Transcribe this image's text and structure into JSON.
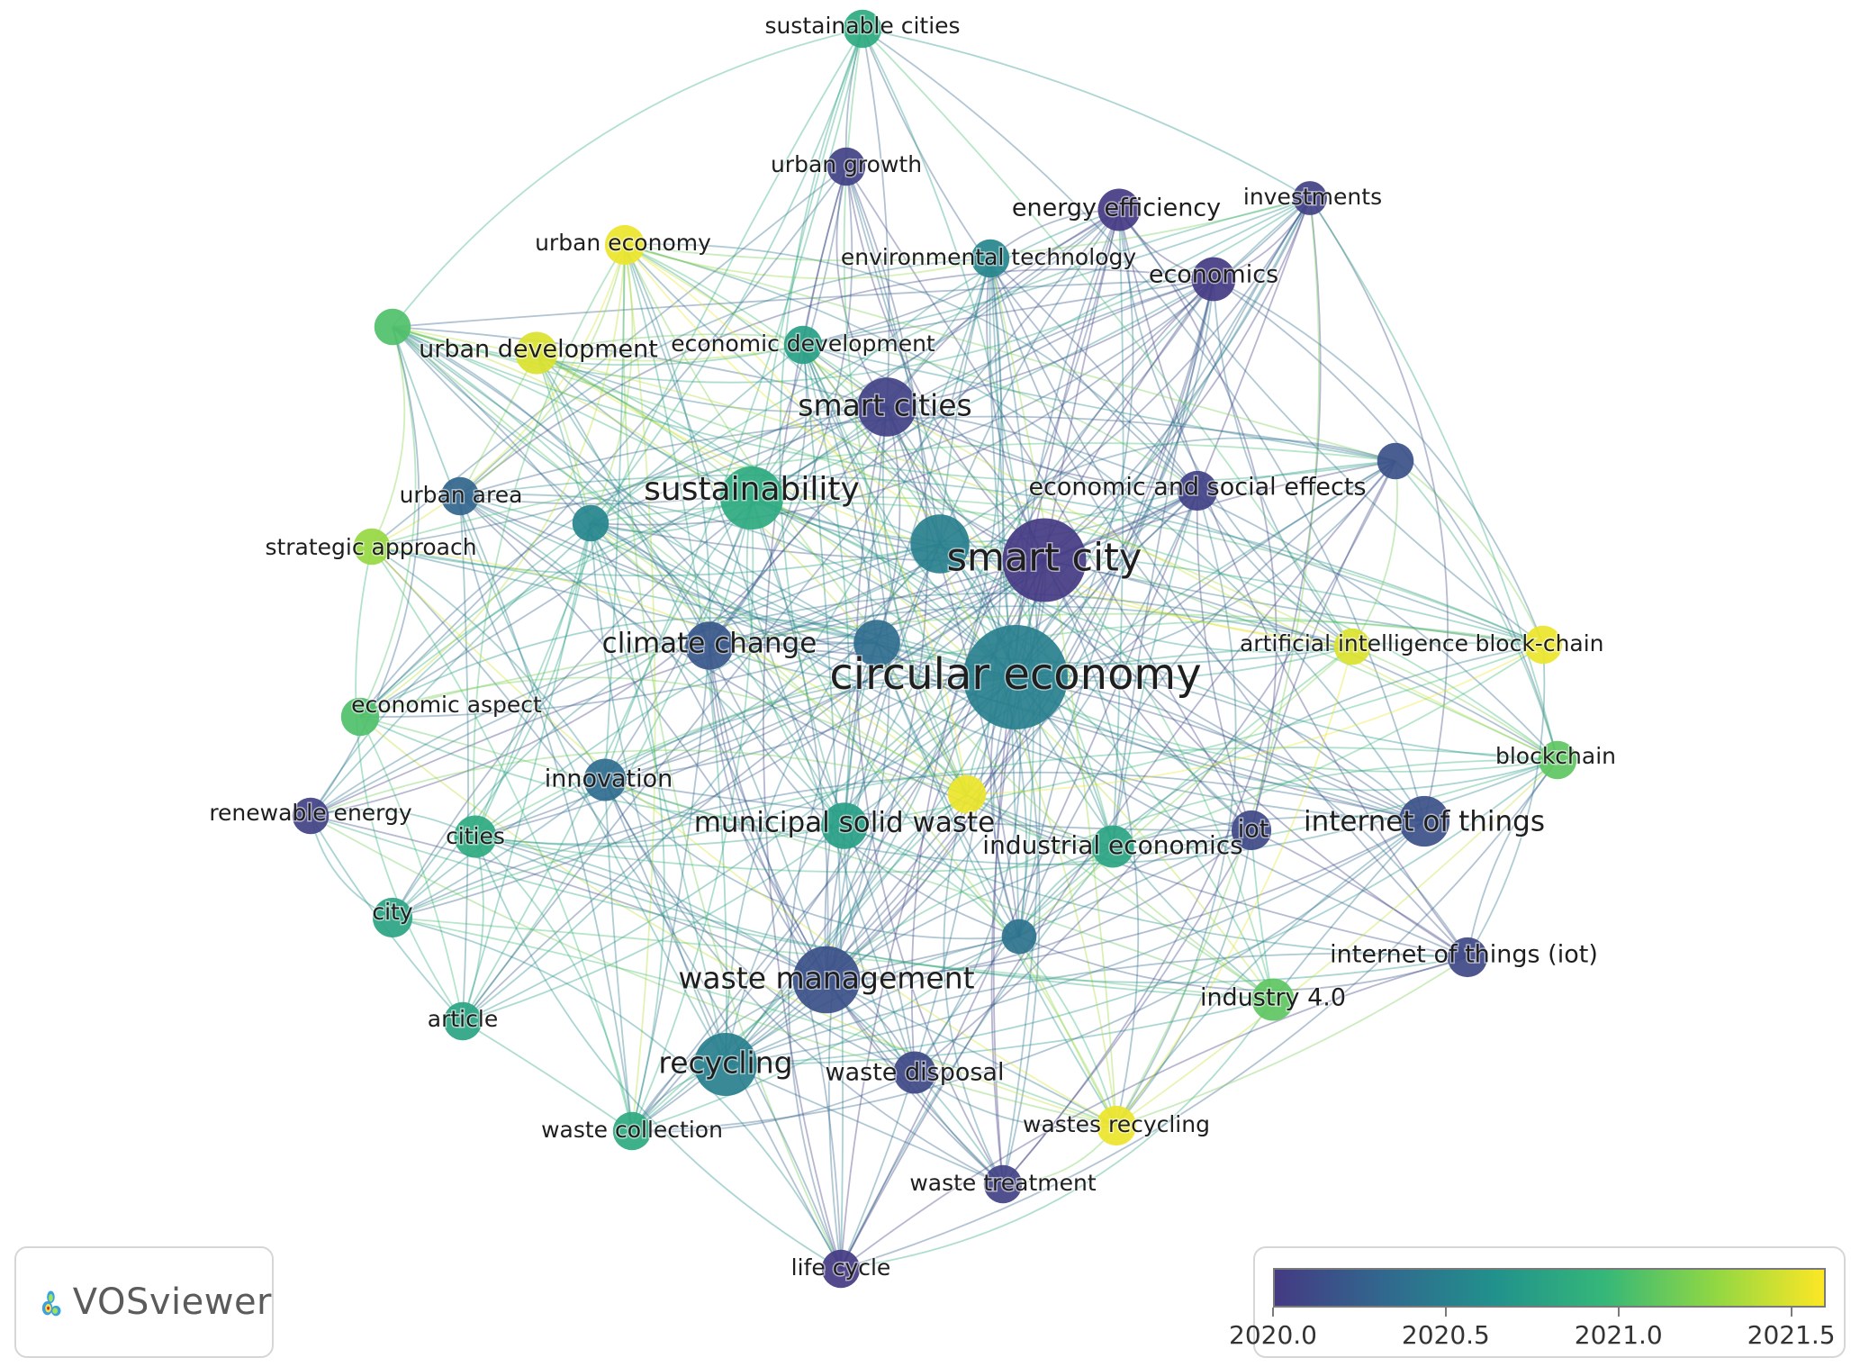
{
  "nodes": [
    {
      "id": "circular economy",
      "year": 2020.5,
      "weight": 1.0
    },
    {
      "id": "smart city",
      "year": 2020.0,
      "weight": 0.75
    },
    {
      "id": "sustainability",
      "year": 2020.85,
      "weight": 0.5
    },
    {
      "id": "smart cities",
      "year": 2020.05,
      "weight": 0.45
    },
    {
      "id": "waste management",
      "year": 2020.15,
      "weight": 0.55
    },
    {
      "id": "recycling",
      "year": 2020.5,
      "weight": 0.5
    },
    {
      "id": "climate change",
      "year": 2020.2,
      "weight": 0.32
    },
    {
      "id": "municipal solid waste",
      "year": 2020.75,
      "weight": 0.3
    },
    {
      "id": "internet of things",
      "year": 2020.15,
      "weight": 0.35
    },
    {
      "id": "iot",
      "year": 2020.1,
      "weight": 0.22
    },
    {
      "id": "industrial economics",
      "year": 2020.8,
      "weight": 0.25
    },
    {
      "id": "innovation",
      "year": 2020.35,
      "weight": 0.25
    },
    {
      "id": "economic and social effects",
      "year": 2020.05,
      "weight": 0.22
    },
    {
      "id": "energy efficiency",
      "year": 2020.0,
      "weight": 0.25
    },
    {
      "id": "economics",
      "year": 2020.0,
      "weight": 0.27
    },
    {
      "id": "investments",
      "year": 2020.05,
      "weight": 0.15
    },
    {
      "id": "environmental technology",
      "year": 2020.55,
      "weight": 0.2
    },
    {
      "id": "urban growth",
      "year": 2020.05,
      "weight": 0.2
    },
    {
      "id": "sustainable cities",
      "year": 2020.85,
      "weight": 0.2
    },
    {
      "id": "urban economy",
      "year": 2021.55,
      "weight": 0.22
    },
    {
      "id": "urban development",
      "year": 2021.5,
      "weight": 0.25
    },
    {
      "id": "economic development",
      "year": 2020.75,
      "weight": 0.2
    },
    {
      "id": "urban area",
      "year": 2020.3,
      "weight": 0.2
    },
    {
      "id": "strategic approach",
      "year": 2021.3,
      "weight": 0.18
    },
    {
      "id": "economic aspect",
      "year": 2021.05,
      "weight": 0.2
    },
    {
      "id": "renewable energy",
      "year": 2020.05,
      "weight": 0.18
    },
    {
      "id": "cities",
      "year": 2020.85,
      "weight": 0.25
    },
    {
      "id": "city",
      "year": 2020.8,
      "weight": 0.22
    },
    {
      "id": "article",
      "year": 2020.8,
      "weight": 0.2
    },
    {
      "id": "waste collection",
      "year": 2020.85,
      "weight": 0.2
    },
    {
      "id": "waste disposal",
      "year": 2020.1,
      "weight": 0.25
    },
    {
      "id": "waste treatment",
      "year": 2020.05,
      "weight": 0.2
    },
    {
      "id": "life cycle",
      "year": 2020.0,
      "weight": 0.2
    },
    {
      "id": "wastes recycling",
      "year": 2021.55,
      "weight": 0.22
    },
    {
      "id": "industry 4.0",
      "year": 2021.1,
      "weight": 0.25
    },
    {
      "id": "internet of things (iot)",
      "year": 2020.1,
      "weight": 0.22
    },
    {
      "id": "artificial intelligence",
      "year": 2021.5,
      "weight": 0.18
    },
    {
      "id": "block-chain",
      "year": 2021.55,
      "weight": 0.2
    },
    {
      "id": "blockchain",
      "year": 2021.1,
      "weight": 0.2
    },
    {
      "id": "",
      "year": 2020.5,
      "weight": 0.45
    },
    {
      "id": "",
      "year": 2020.35,
      "weight": 0.3
    },
    {
      "id": "",
      "year": 2021.05,
      "weight": 0.18
    },
    {
      "id": "",
      "year": 2020.55,
      "weight": 0.18
    },
    {
      "id": "",
      "year": 2020.4,
      "weight": 0.16
    },
    {
      "id": "",
      "year": 2021.55,
      "weight": 0.2
    },
    {
      "id": "",
      "year": 2020.15,
      "weight": 0.18
    }
  ],
  "brand": {
    "name": "VOSviewer"
  },
  "legend": {
    "min": 2020.0,
    "max": 2021.6,
    "ticks": [
      "2020.0",
      "2020.5",
      "2021.0",
      "2021.5"
    ],
    "colors": [
      "#443a83",
      "#31688e",
      "#21918c",
      "#35b779",
      "#90d743",
      "#fde725"
    ]
  }
}
